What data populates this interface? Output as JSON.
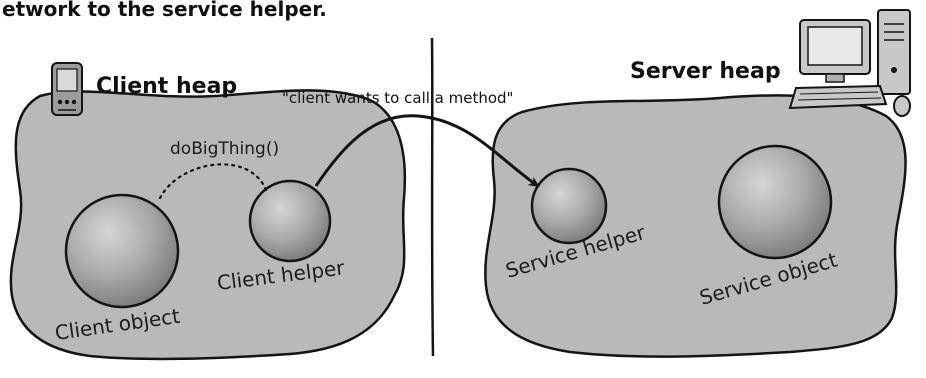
{
  "caption": "etwork to the service helper.",
  "client_side": {
    "title": "Client heap",
    "device_icon": "pda-icon",
    "method_call": "doBigThing()",
    "client_object_label": "Client object",
    "client_helper_label": "Client helper"
  },
  "network_message": "\"client wants to call a method\"",
  "server_side": {
    "title": "Server heap",
    "device_icon": "desktop-computer-icon",
    "service_helper_label": "Service helper",
    "service_object_label": "Service object"
  },
  "colors": {
    "heap_fill": "#b9b9b9",
    "sphere_fill": "#a7a7a7",
    "ink": "#141414"
  }
}
